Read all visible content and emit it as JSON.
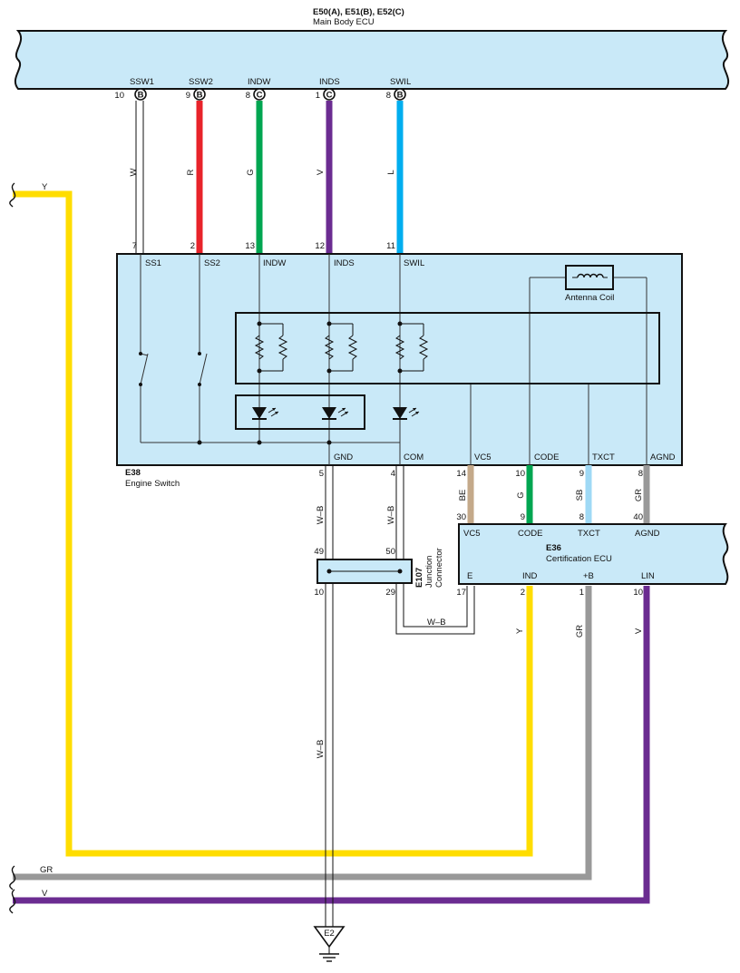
{
  "main_ecu": {
    "connectors": "E50(A), E51(B), E52(C)",
    "name": "Main Body ECU",
    "pins": [
      {
        "num": "10",
        "conn": "B",
        "name": "SSW1"
      },
      {
        "num": "9",
        "conn": "B",
        "name": "SSW2"
      },
      {
        "num": "8",
        "conn": "C",
        "name": "INDW"
      },
      {
        "num": "1",
        "conn": "C",
        "name": "INDS"
      },
      {
        "num": "8",
        "conn": "B",
        "name": "SWIL"
      }
    ]
  },
  "wires_top": [
    {
      "color_code": "W",
      "color": "#ffffff"
    },
    {
      "color_code": "R",
      "color": "#e8232a"
    },
    {
      "color_code": "G",
      "color": "#00a651"
    },
    {
      "color_code": "V",
      "color": "#6b2c91"
    },
    {
      "color_code": "L",
      "color": "#00aeef"
    }
  ],
  "engine_switch": {
    "code": "E38",
    "name": "Engine Switch",
    "top_pins": [
      {
        "num": "7",
        "name": "SS1"
      },
      {
        "num": "2",
        "name": "SS2"
      },
      {
        "num": "13",
        "name": "INDW"
      },
      {
        "num": "12",
        "name": "INDS"
      },
      {
        "num": "11",
        "name": "SWIL"
      }
    ],
    "antenna_label": "Antenna Coil",
    "bottom_pins": [
      {
        "num": "5",
        "name": "GND"
      },
      {
        "num": "4",
        "name": "COM"
      },
      {
        "num": "14",
        "name": "VC5"
      },
      {
        "num": "10",
        "name": "CODE"
      },
      {
        "num": "9",
        "name": "TXCT"
      },
      {
        "num": "8",
        "name": "AGND"
      }
    ]
  },
  "wires_mid": [
    {
      "color_code": "W–B"
    },
    {
      "color_code": "W–B"
    },
    {
      "color_code": "BE",
      "color": "#c4a98a"
    },
    {
      "color_code": "G",
      "color": "#00a651"
    },
    {
      "color_code": "SB",
      "color": "#9fd9f5"
    },
    {
      "color_code": "GR",
      "color": "#999999"
    }
  ],
  "cert_ecu": {
    "code": "E36",
    "name": "Certification ECU",
    "top_pins": [
      {
        "num": "30",
        "name": "VC5"
      },
      {
        "num": "9",
        "name": "CODE"
      },
      {
        "num": "8",
        "name": "TXCT"
      },
      {
        "num": "40",
        "name": "AGND"
      }
    ],
    "bottom_pins": [
      {
        "num": "17",
        "name": "E"
      },
      {
        "num": "2",
        "name": "IND"
      },
      {
        "num": "1",
        "name": "+B"
      },
      {
        "num": "10",
        "name": "LIN"
      }
    ]
  },
  "junction": {
    "code": "E107",
    "name_line1": "Junction",
    "name_line2": "Connector",
    "pins_top": [
      "49",
      "50"
    ],
    "pins_bottom": [
      "10",
      "29"
    ]
  },
  "wires_bottom": [
    {
      "color_code": "W–B"
    },
    {
      "color_code": "W–B"
    },
    {
      "color_code": "Y",
      "color": "#ffdd00"
    },
    {
      "color_code": "GR",
      "color": "#999999"
    },
    {
      "color_code": "V",
      "color": "#6b2c91"
    }
  ],
  "left_wires": [
    {
      "color_code": "Y",
      "color": "#ffdd00"
    },
    {
      "color_code": "GR",
      "color": "#999999"
    },
    {
      "color_code": "V",
      "color": "#6b2c91"
    }
  ],
  "ground": {
    "label": "E2"
  },
  "colors": {
    "ecu_fill": "#c9e9f8",
    "outline": "#111111"
  }
}
